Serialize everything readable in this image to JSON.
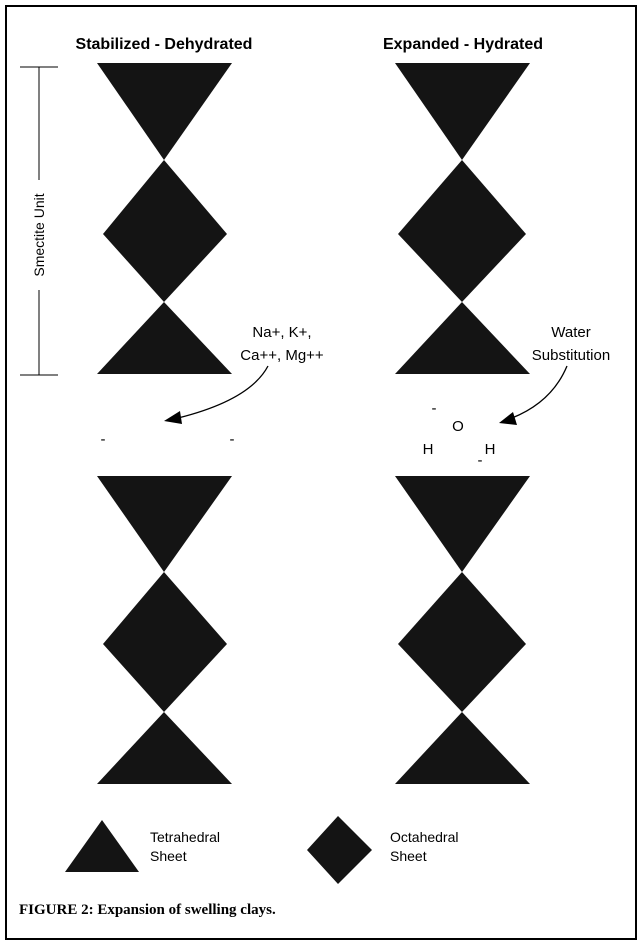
{
  "diagram": {
    "left_column_title": "Stabilized - Dehydrated",
    "right_column_title": "Expanded - Hydrated",
    "unit_label": "Smectite Unit",
    "cations_line1": "Na+, K+,",
    "cations_line2": "Ca++, Mg++",
    "water_line1": "Water",
    "water_line2": "Substitution",
    "charge_sign": "-",
    "water_oxygen": "O",
    "water_hydrogen": "H",
    "legend": {
      "tetrahedral_line1": "Tetrahedral",
      "tetrahedral_line2": "Sheet",
      "octahedral_line1": "Octahedral",
      "octahedral_line2": "Sheet"
    },
    "fill_color": "#141414"
  },
  "caption": "FIGURE 2: Expansion of swelling clays."
}
